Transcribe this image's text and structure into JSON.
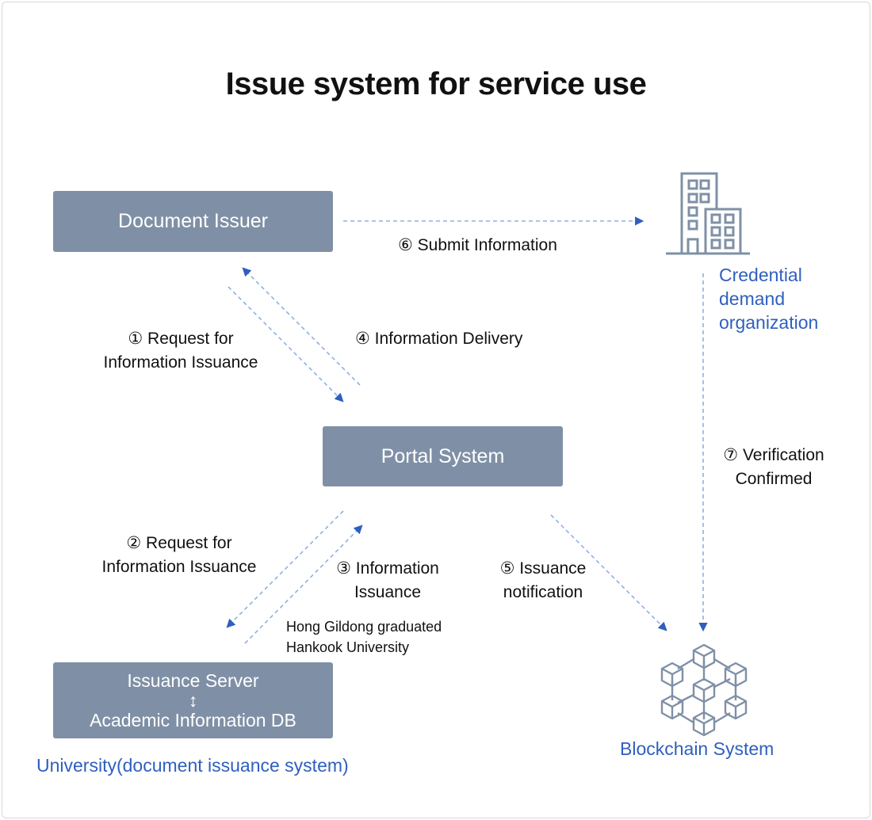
{
  "title": "Issue system for service use",
  "nodes": {
    "document_issuer": "Document Issuer",
    "portal_system": "Portal System",
    "issuance_server": {
      "line1": "Issuance Server",
      "arrow_glyph": "↕",
      "line2": "Academic Information DB"
    },
    "university_caption": "University(document issuance system)",
    "credential_org": {
      "line1": "Credential",
      "line2": "demand",
      "line3": "organization"
    },
    "blockchain_caption": "Blockchain System"
  },
  "steps": {
    "s1": {
      "line1": "① Request for",
      "line2": "Information Issuance"
    },
    "s2": {
      "line1": "② Request for",
      "line2": "Information Issuance"
    },
    "s3": {
      "line1": "③ Information",
      "line2": "Issuance"
    },
    "s3_note": {
      "line1": "Hong Gildong graduated",
      "line2": "Hankook University"
    },
    "s4": "④ Information Delivery",
    "s5": {
      "line1": "⑤ Issuance",
      "line2": "notification"
    },
    "s6": "⑥ Submit Information",
    "s7": {
      "line1": "⑦ Verification",
      "line2": "Confirmed"
    }
  },
  "icons": {
    "building": "building-icon",
    "blockchain": "blockchain-icon"
  },
  "colors": {
    "box": "#7f90a6",
    "arrow": "#2f5fbe",
    "arrow_light": "#8fb0e3",
    "caption_blue": "#2f5fbe",
    "icon_stroke": "#7f90a6"
  }
}
